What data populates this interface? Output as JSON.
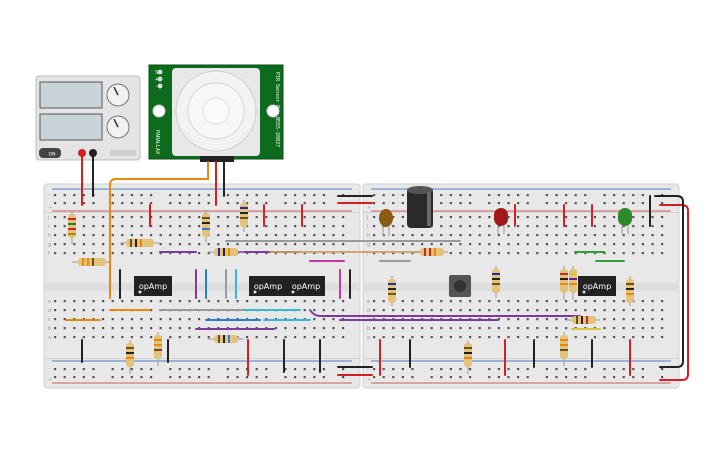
{
  "psu": {
    "button_label": "ON"
  },
  "pir": {
    "pin_labels": [
      "S",
      "+",
      "-"
    ],
    "side_text": "PIR Sensor Rev B",
    "part_number": "555-28027",
    "brand": "PARALLAX"
  },
  "board": {
    "rows_top": [
      "j",
      "i",
      "h",
      "g",
      "f"
    ],
    "rows_bottom": [
      "e",
      "d",
      "c",
      "b",
      "a"
    ],
    "rail_plus": "+",
    "rail_minus": "-"
  },
  "chips": [
    {
      "label": "opAmp"
    },
    {
      "label": "opAmp"
    },
    {
      "label": "opAmp"
    },
    {
      "label": "opAmp"
    }
  ],
  "colors": {
    "wire_orange": "#e8890c",
    "wire_red": "#d42020",
    "wire_black": "#222222",
    "wire_purple": "#7b3aa0",
    "wire_blue": "#2a7fd4",
    "wire_cyan": "#33b8d8",
    "wire_green": "#2e9e3a",
    "wire_gray": "#9a9a9a",
    "pir_board": "#0d6b1e",
    "led_red": "#a01818",
    "led_green": "#2c8a2c"
  }
}
